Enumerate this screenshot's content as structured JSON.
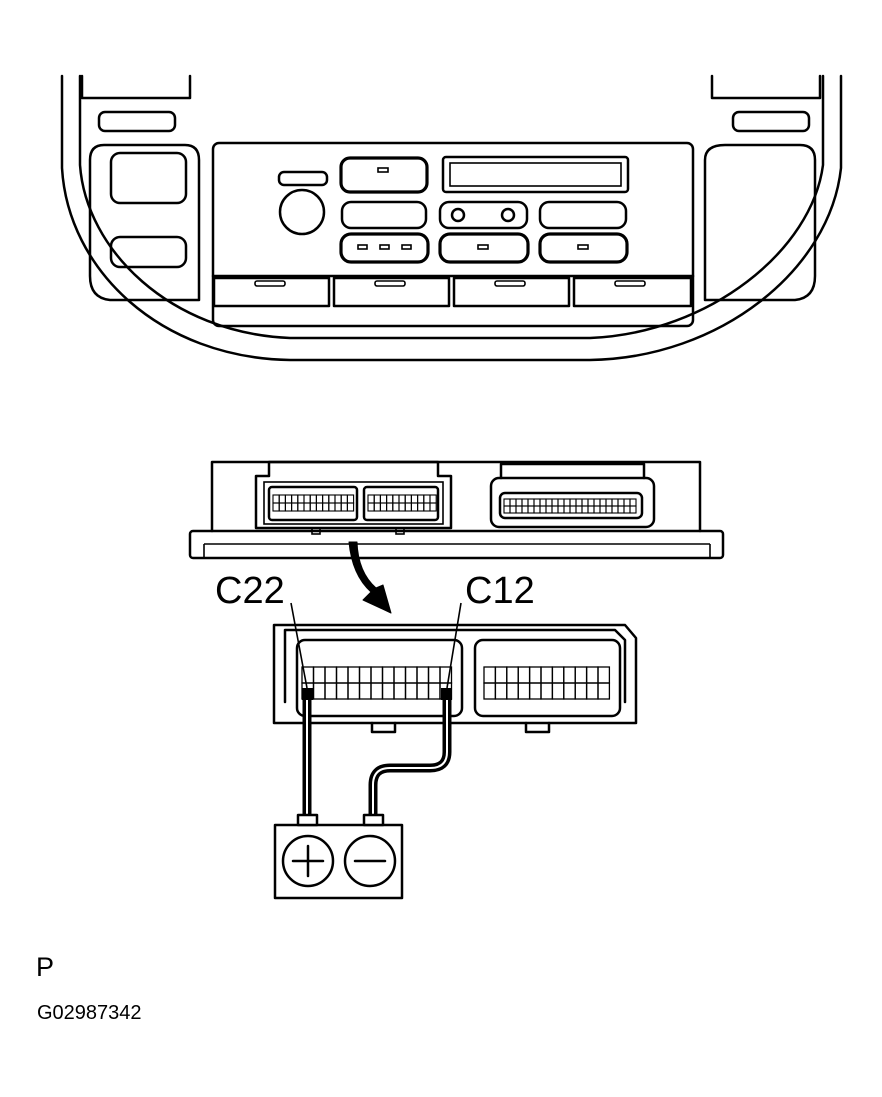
{
  "callouts": {
    "left_terminal": "C22",
    "right_terminal": "C12"
  },
  "battery": {
    "positive_icon": "plus-icon",
    "negative_icon": "minus-icon"
  },
  "footer": {
    "code_letter": "P",
    "figure_id": "G02987342"
  }
}
